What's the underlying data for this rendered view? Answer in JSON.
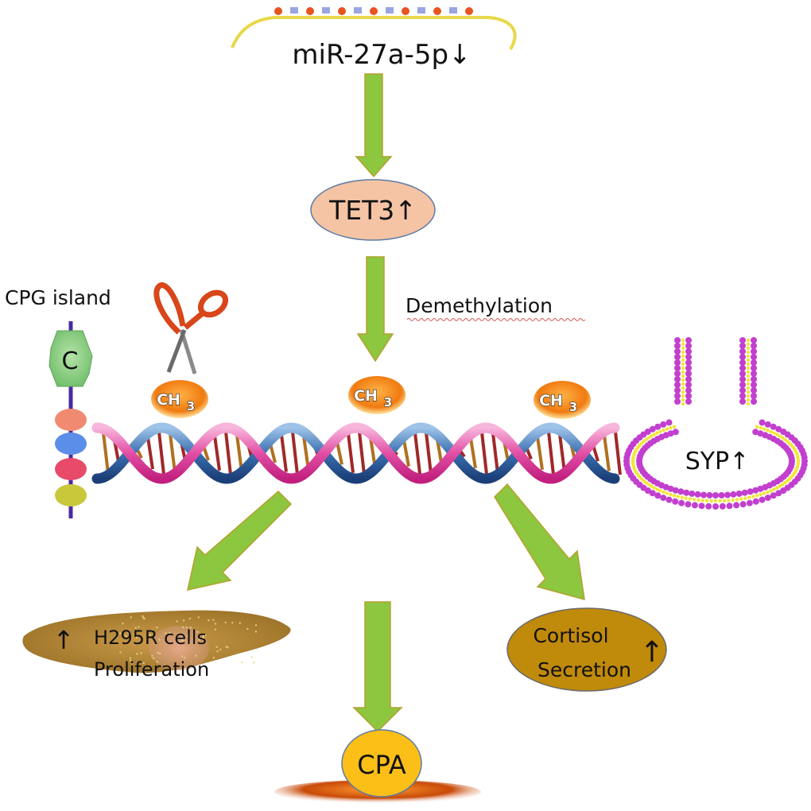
{
  "diagram": {
    "mirna": {
      "label": "miR-27a-5p",
      "trend": "↓"
    },
    "tet3": {
      "label": "TET3",
      "trend": "↑"
    },
    "demethylation": {
      "label": "Demethylation"
    },
    "cpg": {
      "label": "CPG island",
      "node_letter": "C"
    },
    "methyl_groups": [
      {
        "main": "CH",
        "sub": "3"
      },
      {
        "main": "CH",
        "sub": "3"
      },
      {
        "main": "CH",
        "sub": "3"
      }
    ],
    "syp": {
      "label": "SYP",
      "trend": "↑"
    },
    "proliferation": {
      "trend": "↑",
      "line1": "H295R cells",
      "line2": "Proliferation"
    },
    "cortisol": {
      "line1": "Cortisol",
      "line2": "Secretion",
      "trend": "↑"
    },
    "cpa": {
      "label": "CPA"
    },
    "colors": {
      "arrow_fill": "#8dc63f",
      "arrow_stroke": "#b5a130",
      "tet3_fill": "#f4c4a4",
      "cortisol_fill": "#c08a0a",
      "cpa_fill": "#fbbf17",
      "cell_fill": "#b88a3a",
      "methyl_fill": "#f07a10",
      "dna_pink": "#e24fa5",
      "dna_blue": "#2c5a9a",
      "membrane_magenta": "#c23fcf",
      "membrane_yellow": "#f3e53a"
    }
  }
}
